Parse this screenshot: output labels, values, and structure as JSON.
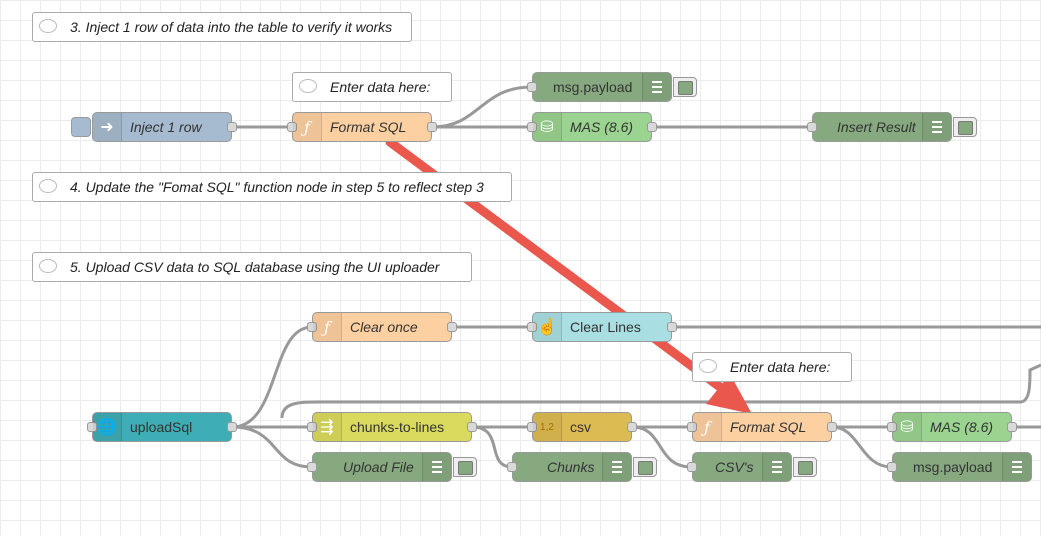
{
  "comments": {
    "step3": "3. Inject 1 row of data into the table to verify it works",
    "enter1": "Enter data here:",
    "step4": "4. Update the \"Fomat SQL\" function node in step 5 to reflect step 3",
    "step5": "5. Upload CSV data to SQL database using the UI uploader",
    "enter2": "Enter data here:"
  },
  "nodes": {
    "inject_row": "Inject 1 row",
    "format_sql_1": "Format SQL",
    "msg_payload_1": "msg.payload",
    "mas_1": "MAS (8.6)",
    "insert_result": "Insert Result",
    "clear_once": "Clear once",
    "clear_lines": "Clear Lines",
    "upload_sql": "uploadSql",
    "chunks_to_lines": "chunks-to-lines",
    "csv": "csv",
    "format_sql_2": "Format SQL",
    "mas_2": "MAS (8.6)",
    "upload_file": "Upload File",
    "chunks": "Chunks",
    "csvs": "CSV's",
    "msg_payload_2": "msg.payload"
  },
  "icons": {
    "function": "f-icon",
    "inject": "arrow-right-icon",
    "database": "database-icon",
    "debug": "debug-lines-icon",
    "ui": "pointing-hand-icon",
    "upload": "globe-icon",
    "split": "split-icon",
    "csv": "csv-icon"
  },
  "colors": {
    "function": "#fdd0a2",
    "debug": "#87a980",
    "inject": "#a6bbcf",
    "database": "#9bd390",
    "ui": "#a9dfe3",
    "upload": "#3fadb5",
    "chunks": "#dada5e",
    "csv": "#dcbb52",
    "annotation_arrow": "#ee5a50"
  }
}
